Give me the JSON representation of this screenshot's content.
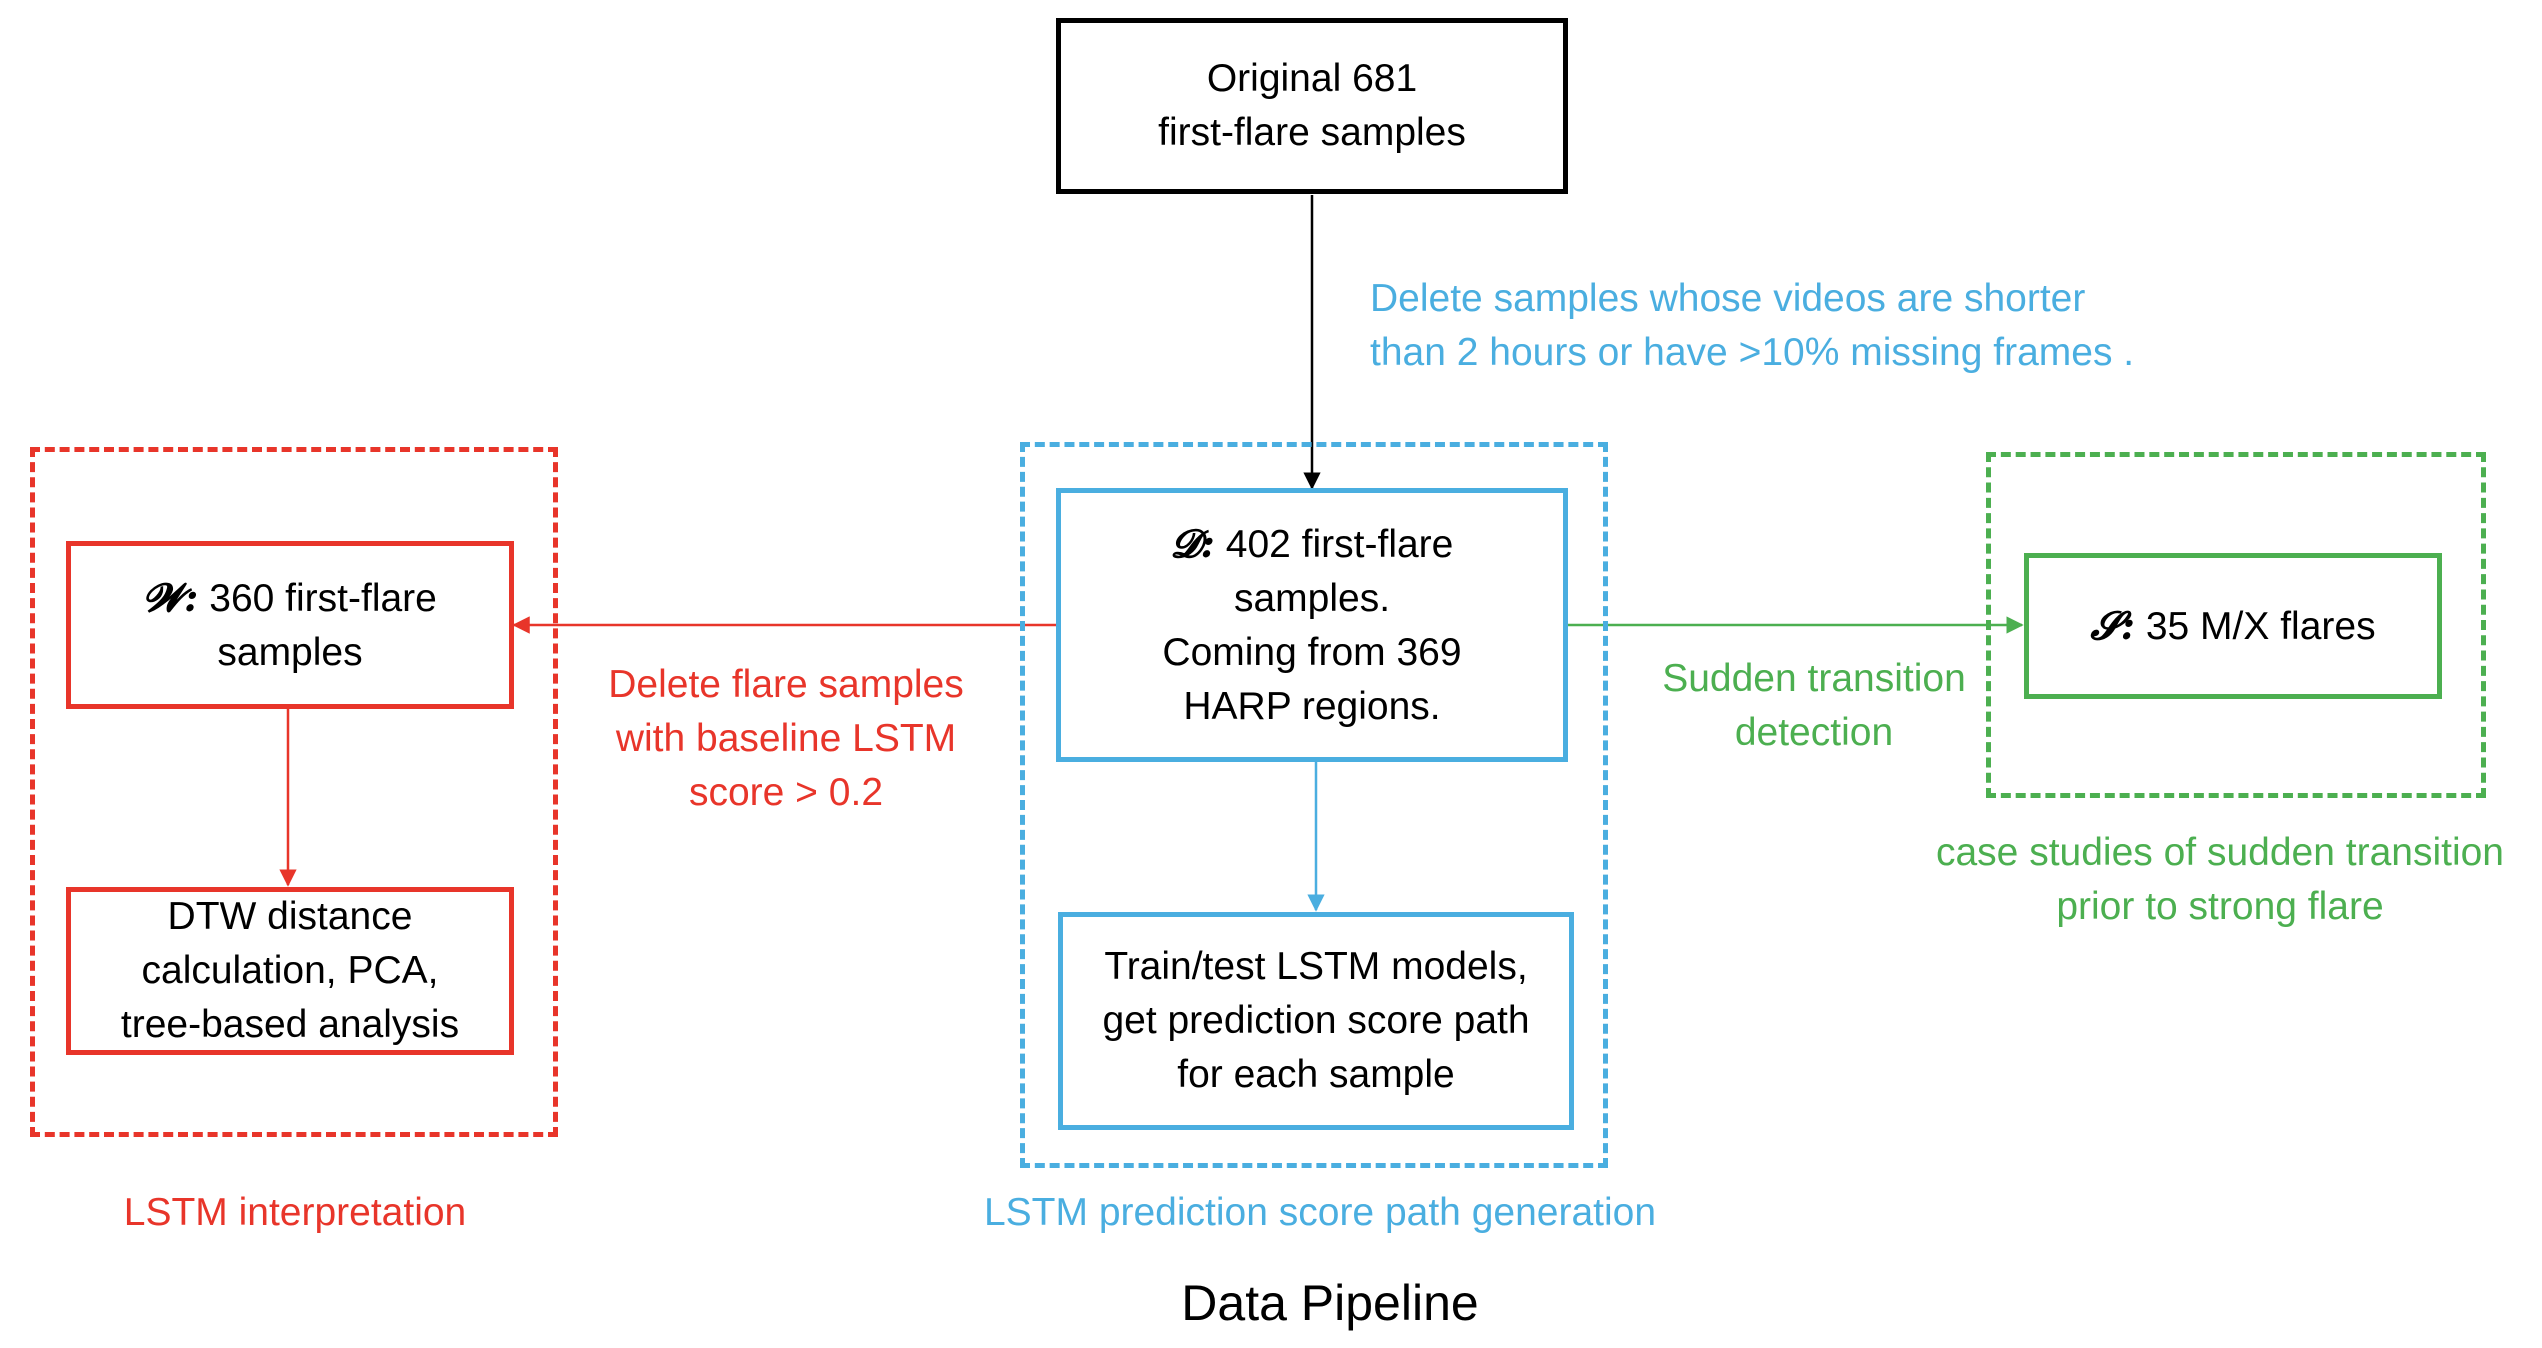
{
  "colors": {
    "black": "#000000",
    "blue": "#4aaee0",
    "red": "#e8352a",
    "green": "#4caf50"
  },
  "nodes": {
    "original": {
      "lines": [
        "Original 681",
        "first-flare samples"
      ]
    },
    "d_set": {
      "symbol": "𝓓:",
      "lines": [
        "402 first-flare",
        "samples.",
        "Coming from 369",
        "HARP regions."
      ]
    },
    "w_set": {
      "symbol": "𝓦:",
      "lines": [
        "360 first-flare",
        "samples"
      ]
    },
    "s_set": {
      "symbol": "𝓢:",
      "lines": [
        "35 M/X flares"
      ]
    },
    "dtw": {
      "lines": [
        "DTW distance",
        "calculation, PCA,",
        "tree-based analysis"
      ]
    },
    "train": {
      "lines": [
        "Train/test LSTM models,",
        "get prediction score path",
        "for each sample"
      ]
    }
  },
  "edge_labels": {
    "delete_short": [
      "Delete samples whose videos are shorter",
      "than 2 hours or have >10% missing frames ."
    ],
    "delete_baseline": [
      "Delete flare samples",
      "with baseline LSTM",
      "score > 0.2"
    ],
    "sudden_transition": [
      "Sudden transition",
      "detection"
    ]
  },
  "groups": {
    "interpretation": "LSTM interpretation",
    "generation": "LSTM prediction score path generation",
    "case_studies": [
      "case studies of sudden transition",
      "prior to strong flare"
    ]
  },
  "title": "Data Pipeline"
}
